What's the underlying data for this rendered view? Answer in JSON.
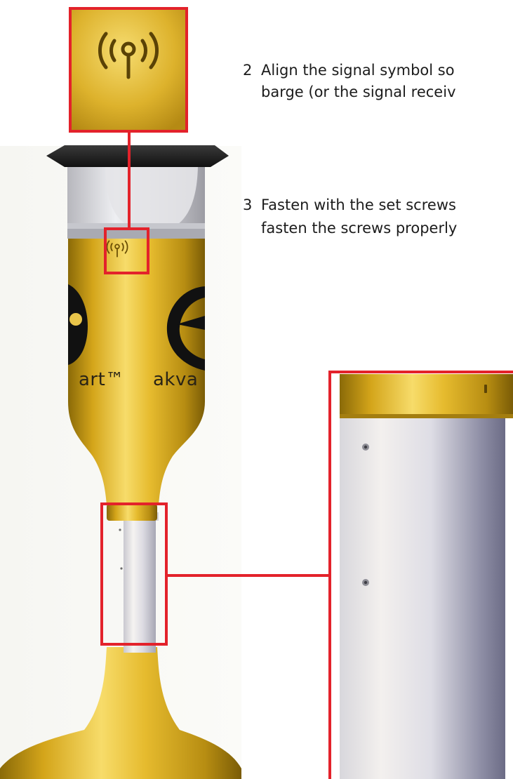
{
  "instructions": {
    "step_2": {
      "number": "2",
      "line_1": "Align the signal symbol so",
      "line_2": "barge (or the signal receiv"
    },
    "step_3": {
      "number": "3",
      "line_1": "Fasten with the set screws",
      "line_2": "fasten the screws properly"
    }
  },
  "device": {
    "brand_left": "art™",
    "brand_right": "akva"
  },
  "icons": {
    "signal_callout": "signal-antenna-icon",
    "signal_small": "signal-antenna-icon",
    "screw": "set-screw-icon"
  },
  "colors": {
    "callout_red": "#e3222b",
    "body_gold": "#e0b52a",
    "cap_black": "#1d1d1d",
    "tube_silver": "#dcdde2"
  }
}
